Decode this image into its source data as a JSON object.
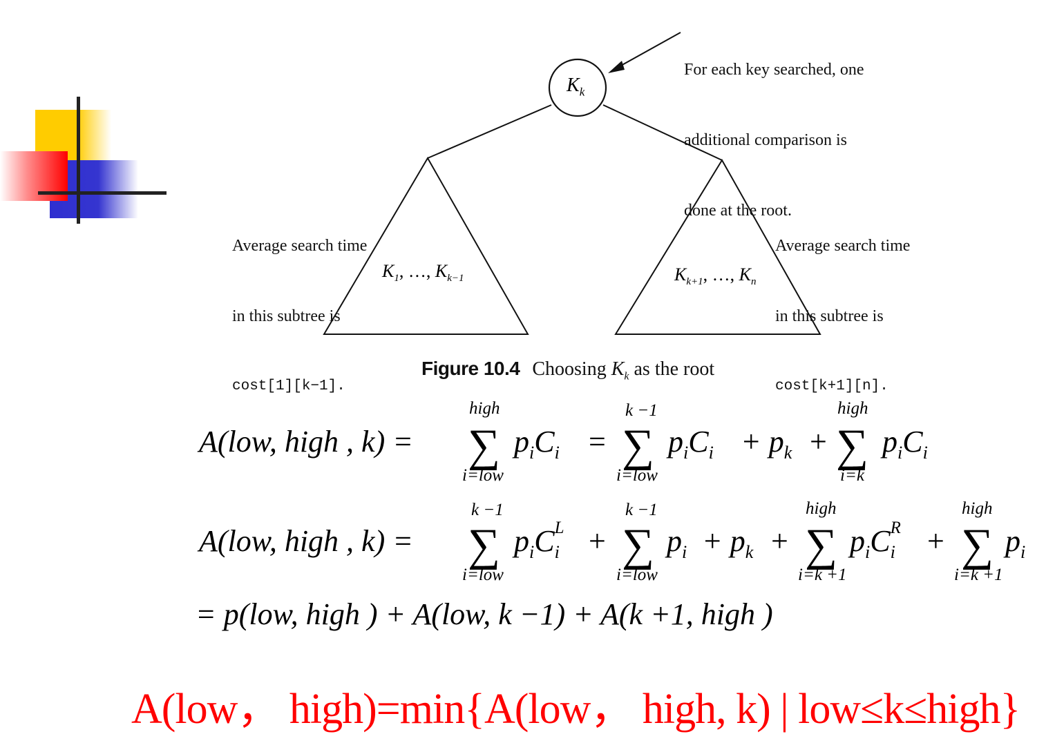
{
  "callout": {
    "line1": "For each key searched, one",
    "line2": "additional comparison is",
    "line3": "done at the root."
  },
  "root": {
    "label": "K",
    "sub": "k"
  },
  "left_note": {
    "line1": "Average search time",
    "line2": "in this subtree is",
    "line3": "cost[1][k−1]."
  },
  "right_note": {
    "line1": "Average search time",
    "line2": "in this subtree is",
    "line3": "cost[k+1][n]."
  },
  "left_subtree": {
    "k1": "K",
    "s1": "1",
    "dots": ", …, ",
    "k2": "K",
    "s2": "k−1"
  },
  "right_subtree": {
    "k1": "K",
    "s1": "k+1",
    "dots": ", …, ",
    "k2": "K",
    "s2": "n"
  },
  "caption": {
    "figure": "Figure 10.4",
    "text": "Choosing",
    "k": "K",
    "ksub": "k",
    "tail": "as the root"
  },
  "eq1": {
    "lhs": "A(low, high ,   k) =",
    "sum1": {
      "top": "high",
      "bottom": "i=low",
      "term": "p",
      "tsub": "i",
      "c": "C",
      "csub": "i"
    },
    "eq": "=",
    "sum2": {
      "top": "k −1",
      "bottom": "i=low",
      "term": "p",
      "tsub": "i",
      "c": "C",
      "csub": "i"
    },
    "plus1": "+ p",
    "pksub": "k",
    "plus2": "+",
    "sum3": {
      "top": "high",
      "bottom": "i=k",
      "term": "p",
      "tsub": "i",
      "c": "C",
      "csub": "i"
    }
  },
  "eq2": {
    "lhs": "A(low, high ,   k) =",
    "sum1": {
      "top": "k −1",
      "bottom": "i=low",
      "term": "p",
      "tsub": "i",
      "c": "C",
      "csub": "i",
      "csup": "L"
    },
    "plus1": "+",
    "sum2": {
      "top": "k −1",
      "bottom": "i=low",
      "term": "p",
      "tsub": "i"
    },
    "plus2": "+ p",
    "pksub": "k",
    "plus3": "+",
    "sum3": {
      "top": "high",
      "bottom": "i=k +1",
      "term": "p",
      "tsub": "i",
      "c": "C",
      "csub": "i",
      "csup": "R"
    },
    "plus4": "+",
    "sum4": {
      "top": "high",
      "bottom": "i=k +1",
      "term": "p",
      "tsub": "i"
    }
  },
  "eq3": {
    "text": "= p(low, high ) + A(low, k −1) + A(k +1, high )"
  },
  "red_formula": "A(low，  high)=min{A(low，  high, k) | low≤k≤high}",
  "sigma": "∑",
  "colors": {
    "yellow": "#ffcc00",
    "red": "#ff0000",
    "blue": "#3333cc",
    "formula_red": "#ff0000"
  }
}
